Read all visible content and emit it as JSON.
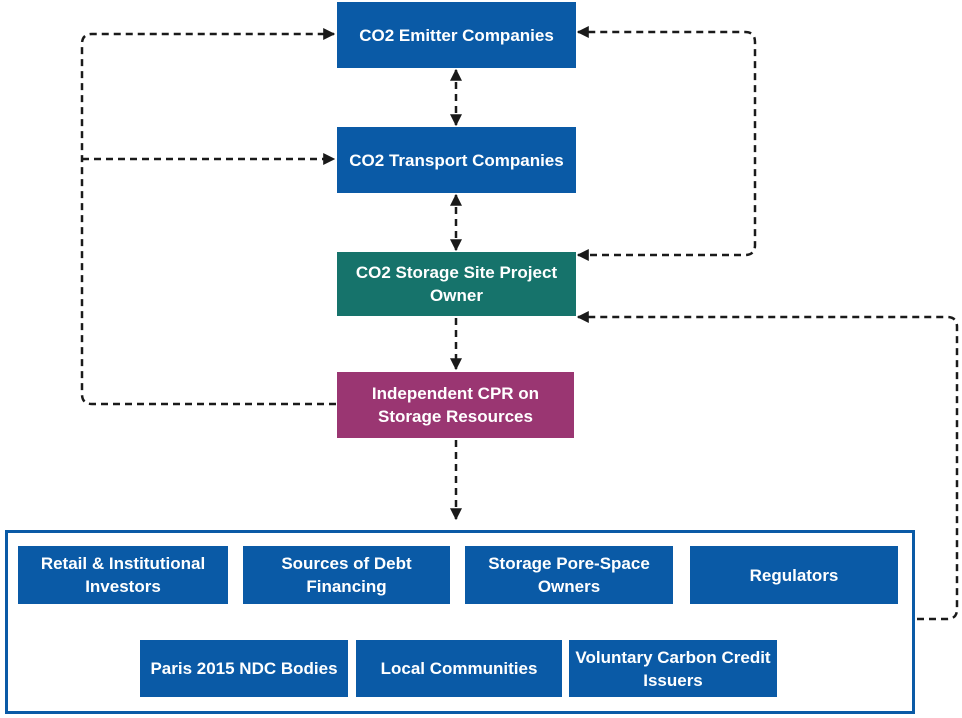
{
  "nodes": {
    "emitter": "CO2 Emitter Companies",
    "transport": "CO2 Transport Companies",
    "storage": "CO2 Storage Site Project Owner",
    "cpr": "Independent CPR on Storage Resources"
  },
  "stakeholders": {
    "retail": "Retail & Institutional Investors",
    "debt": "Sources of Debt Financing",
    "pore": "Storage Pore-Space Owners",
    "regulators": "Regulators",
    "paris": "Paris 2015 NDC Bodies",
    "communities": "Local Communities",
    "voluntary": "Voluntary Carbon Credit Issuers"
  },
  "colors": {
    "blue": "#0a5aa6",
    "teal": "#16736b",
    "purple": "#9a3672",
    "connector": "#1a1a1a"
  }
}
